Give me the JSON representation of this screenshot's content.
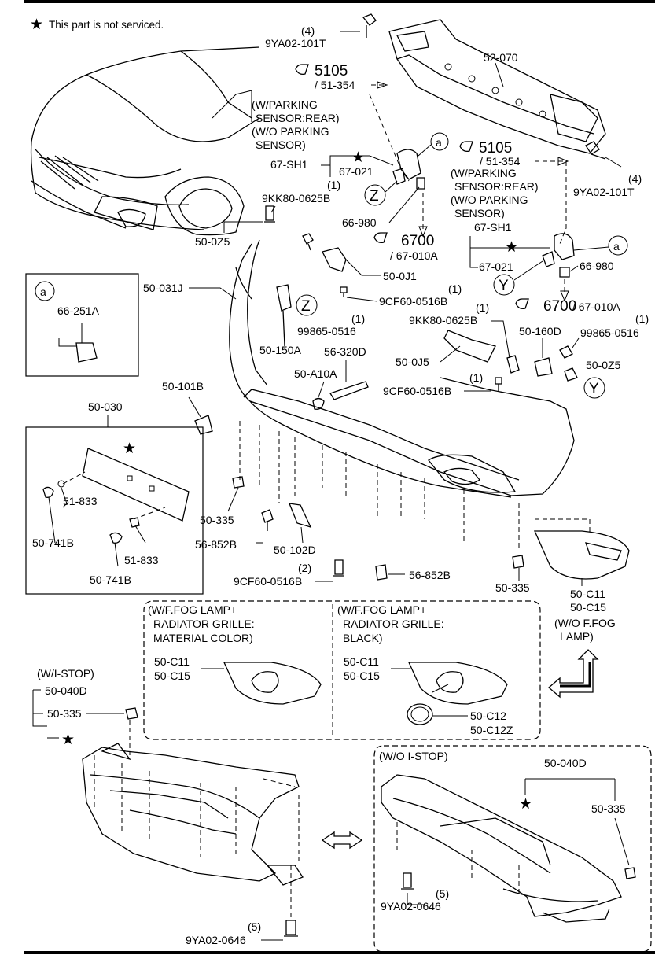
{
  "legend": {
    "star_symbol": "★",
    "text": "This part is not serviced."
  },
  "labels": {
    "l_9ya02_101t_top": "9YA02-101T",
    "q_4_top": "(4)",
    "ref_5105_a": "5105",
    "ref_51354_a": "/ 51-354",
    "part_52_070": "52-070",
    "note_parking_a": [
      "(W/PARKING",
      "SENSOR:REAR)",
      "(W/O PARKING",
      "SENSOR)"
    ],
    "l_67sh1_a": "67-SH1",
    "l_67021_a": "67-021",
    "q_1_a": "(1)",
    "ref_5105_b": "5105",
    "ref_51354_b": "/ 51-354",
    "note_parking_b": [
      "(W/PARKING",
      "SENSOR:REAR)",
      "(W/O PARKING",
      "SENSOR)"
    ],
    "q_4_right": "(4)",
    "l_9ya02_101t_right": "9YA02-101T",
    "l_9kk80_a": "9KK80-0625B",
    "l_66980_a": "66-980",
    "l_50z5_a": "50-0Z5",
    "ref_6700_a": "6700",
    "ref_67010a_a": "/ 67-010A",
    "l_67sh1_b": "67-SH1",
    "l_67021_b": "67-021",
    "l_66980_b": "66-980",
    "l_50031j": "50-031J",
    "l_500j1": "50-0J1",
    "q_1_b": "(1)",
    "l_9cf60_a": "9CF60-0516B",
    "ref_6700_b": "6700",
    "ref_67010a_b": "/ 67-010A",
    "l_66251a": "66-251A",
    "l_99865_a": "99865-0516",
    "q_1_c": "(1)",
    "q_1_d": "(1)",
    "l_9kk80_b": "9KK80-0625B",
    "l_50160d": "50-160D",
    "q_1_e": "(1)",
    "l_99865_b": "99865-0516",
    "l_50150a": "50-150A",
    "l_56320d": "56-320D",
    "l_500j5": "50-0J5",
    "l_50a10a": "50-A10A",
    "l_50z5_b": "50-0Z5",
    "l_50101b": "50-101B",
    "q_1_f": "(1)",
    "l_9cf60_b": "9CF60-0516B",
    "l_50030": "50-030",
    "l_51833_a": "51-833",
    "l_50741b_a": "50-741B",
    "l_51833_b": "51-833",
    "l_50741b_b": "50-741B",
    "l_50335_a": "50-335",
    "l_56852b_a": "56-852B",
    "l_50102d": "50-102D",
    "q_2": "(2)",
    "l_9cf60_c": "9CF60-0516B",
    "l_56852b_b": "56-852B",
    "l_50335_b": "50-335",
    "l_50c11_a": "50-C11",
    "l_50c15_a": "50-C15",
    "note_wo_fog": [
      "(W/O F.FOG",
      "LAMP)"
    ],
    "note_fog_material": [
      "(W/F.FOG LAMP+",
      "RADIATOR GRILLE:",
      "MATERIAL COLOR)"
    ],
    "note_fog_black": [
      "(W/F.FOG LAMP+",
      "RADIATOR GRILLE:",
      "BLACK)"
    ],
    "l_50c11_b": "50-C11",
    "l_50c15_b": "50-C15",
    "l_50c11_c": "50-C11",
    "l_50c15_c": "50-C15",
    "l_50c12": "50-C12",
    "l_50c12z": "50-C12Z",
    "note_wistop": "(W/I-STOP)",
    "l_50040d_a": "50-040D",
    "l_50335_c": "50-335",
    "note_woistop": "(W/O I-STOP)",
    "l_50040d_b": "50-040D",
    "l_50335_d": "50-335",
    "q_5_a": "(5)",
    "l_9ya02_0646_a": "9YA02-0646",
    "q_5_b": "(5)",
    "l_9ya02_0646_b": "9YA02-0646",
    "callout_a": "a",
    "callout_z": "Z",
    "callout_y": "Y"
  }
}
